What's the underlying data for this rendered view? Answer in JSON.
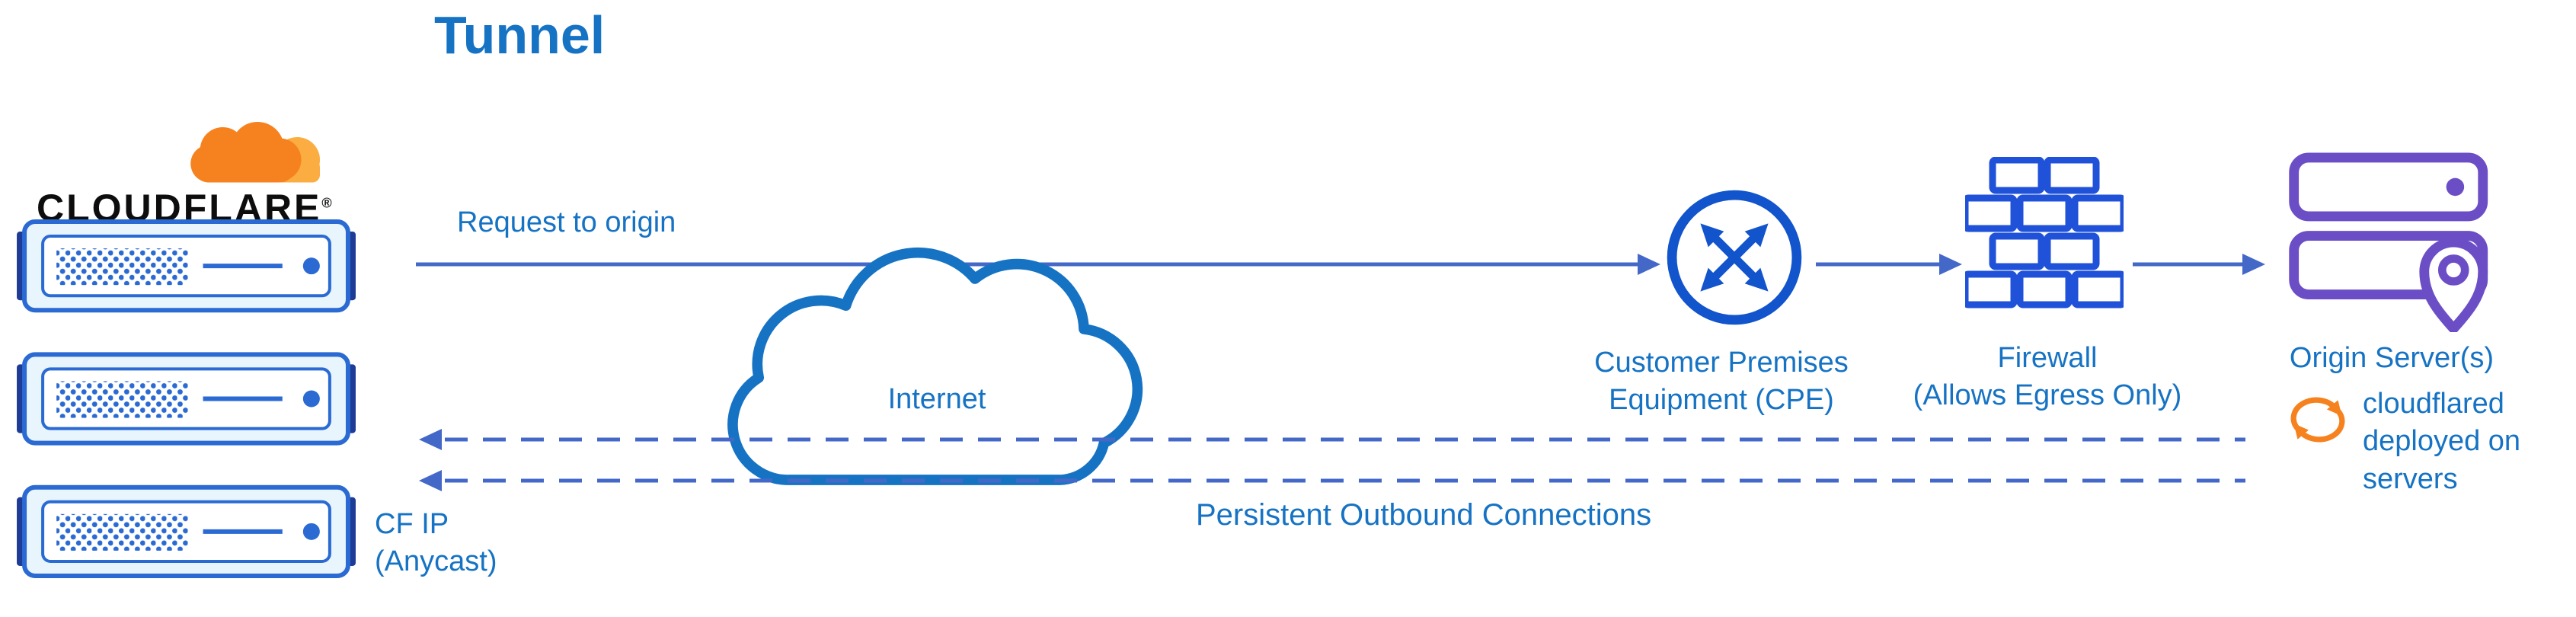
{
  "title": "Tunnel",
  "brand": {
    "wordmark": "CLOUDFLARE",
    "registered_mark": "®"
  },
  "nodes": {
    "edge_servers": {
      "caption_lines": [
        "CF IP",
        "(Anycast)"
      ]
    },
    "internet": {
      "label": "Internet"
    },
    "cpe": {
      "label_lines": [
        "Customer Premises",
        "Equipment (CPE)"
      ]
    },
    "firewall": {
      "label_lines": [
        "Firewall",
        "(Allows Egress Only)"
      ]
    },
    "origin": {
      "label": "Origin Server(s)"
    },
    "cloudflared": {
      "note_lines": [
        "cloudflared",
        "deployed on",
        "servers"
      ]
    }
  },
  "flows": {
    "request": {
      "label": "Request to origin",
      "style": "solid",
      "direction": "right"
    },
    "persistent": {
      "label": "Persistent Outbound Connections",
      "style": "dashed",
      "direction": "left"
    }
  },
  "colors": {
    "title_blue": "#1673C4",
    "label_blue": "#1673C4",
    "connector_blue": "#4468C8",
    "icon_blue": "#1254CC",
    "server_blue": "#2A6AD2",
    "server_navy": "#1E3C96",
    "origin_purple": "#6B4EC5",
    "cloudflare_orange": "#F6821F",
    "cloudflare_orange_light": "#FBAD41"
  },
  "icons": {
    "cloudflare_logo": "cloudflare-cloud-logo",
    "edge_server": "server-rack-icon",
    "internet": "cloud-icon",
    "cpe": "router-arrows-icon",
    "firewall": "brick-wall-icon",
    "origin": "server-stack-icon",
    "origin_pin": "location-pin-icon",
    "cloudflared": "sync-arrows-icon"
  }
}
